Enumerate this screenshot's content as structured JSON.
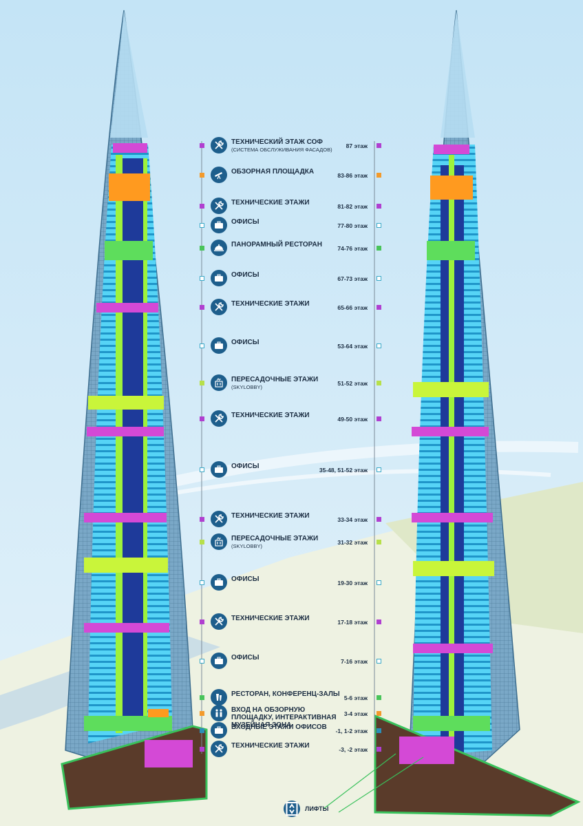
{
  "colors": {
    "sky": "#cfe9f7",
    "ground": "#e9efd8",
    "glass": "#6fa2c4",
    "floor_blue": "#53d3f7",
    "tech_purple": "#d449d6",
    "observation_orange": "#ff9a1f",
    "restaurant_green": "#5edd5c",
    "skylobby_yellowgreen": "#c9f53a",
    "core_navy": "#1e3a9a",
    "icon_bg": "#1d5e8c"
  },
  "legend": [
    {
      "name": "ТЕХНИЧЕСКИЙ ЭТАЖ СОФ",
      "sub": "(СИСТЕМА ОБСЛУЖИВАНИЯ ФАСАДОВ)",
      "floors": "87 этаж",
      "icon": "wrench-screwdriver-icon",
      "marker": "#b03fd0"
    },
    {
      "name": "ОБЗОРНАЯ ПЛОЩАДКА",
      "sub": "",
      "floors": "83-86 этаж",
      "icon": "telescope-icon",
      "marker": "#f39a2b"
    },
    {
      "name": "ТЕХНИЧЕСКИЕ ЭТАЖИ",
      "sub": "",
      "floors": "81-82 этаж",
      "icon": "wrench-screwdriver-icon",
      "marker": "#b03fd0"
    },
    {
      "name": "ОФИСЫ",
      "sub": "",
      "floors": "77-80 этаж",
      "icon": "briefcase-icon",
      "marker": "#ffffff"
    },
    {
      "name": "ПАНОРАМНЫЙ РЕСТОРАН",
      "sub": "",
      "floors": "74-76 этаж",
      "icon": "cloche-icon",
      "marker": "#49c45a"
    },
    {
      "name": "ОФИСЫ",
      "sub": "",
      "floors": "67-73 этаж",
      "icon": "briefcase-icon",
      "marker": "#ffffff"
    },
    {
      "name": "ТЕХНИЧЕСКИЕ ЭТАЖИ",
      "sub": "",
      "floors": "65-66 этаж",
      "icon": "wrench-screwdriver-icon",
      "marker": "#b03fd0"
    },
    {
      "name": "ОФИСЫ",
      "sub": "",
      "floors": "53-64 этаж",
      "icon": "briefcase-icon",
      "marker": "#ffffff"
    },
    {
      "name": "ПЕРЕСАДОЧНЫЕ ЭТАЖИ",
      "sub": "(SKYLOBBY)",
      "floors": "51-52 этаж",
      "icon": "elevator-transfer-icon",
      "marker": "#b7e04a"
    },
    {
      "name": "ТЕХНИЧЕСКИЕ ЭТАЖИ",
      "sub": "",
      "floors": "49-50 этаж",
      "icon": "wrench-screwdriver-icon",
      "marker": "#b03fd0"
    },
    {
      "name": "ОФИСЫ",
      "sub": "",
      "floors": "35-48, 51-52 этаж",
      "icon": "briefcase-icon",
      "marker": "#ffffff"
    },
    {
      "name": "ТЕХНИЧЕСКИЕ ЭТАЖИ",
      "sub": "",
      "floors": "33-34 этаж",
      "icon": "wrench-screwdriver-icon",
      "marker": "#b03fd0"
    },
    {
      "name": "ПЕРЕСАДОЧНЫЕ ЭТАЖИ",
      "sub": "(SKYLOBBY)",
      "floors": "31-32 этаж",
      "icon": "elevator-transfer-icon",
      "marker": "#b7e04a"
    },
    {
      "name": "ОФИСЫ",
      "sub": "",
      "floors": "19-30 этаж",
      "icon": "briefcase-icon",
      "marker": "#ffffff"
    },
    {
      "name": "ТЕХНИЧЕСКИЕ ЭТАЖИ",
      "sub": "",
      "floors": "17-18 этаж",
      "icon": "wrench-screwdriver-icon",
      "marker": "#b03fd0"
    },
    {
      "name": "ОФИСЫ",
      "sub": "",
      "floors": "7-16 этаж",
      "icon": "briefcase-icon",
      "marker": "#ffffff"
    },
    {
      "name": "РЕСТОРАН, КОНФЕРЕНЦ-ЗАЛЫ",
      "sub": "",
      "floors": "5-6 этаж",
      "icon": "drinks-icon",
      "marker": "#49c45a"
    },
    {
      "name": "ВХОД НА ОБЗОРНУЮ ПЛОЩАДКУ, ИНТЕРАКТИВНАЯ МУЗЕЙНАЯ ЗОНА",
      "sub": "",
      "floors": "3-4 этаж",
      "icon": "visitors-icon",
      "marker": "#f39a2b"
    },
    {
      "name": "ВХОДНЫЕ ЭТАЖИ ОФИСОВ",
      "sub": "",
      "floors": "-1, 1-2 этаж",
      "icon": "briefcase-icon",
      "marker": "#2a8fb8"
    },
    {
      "name": "ТЕХНИЧЕСКИЕ ЭТАЖИ",
      "sub": "",
      "floors": "-3, -2 этаж",
      "icon": "wrench-screwdriver-icon",
      "marker": "#b03fd0"
    }
  ],
  "lifts": {
    "label": "ЛИФТЫ",
    "icon": "elevator-icon"
  }
}
